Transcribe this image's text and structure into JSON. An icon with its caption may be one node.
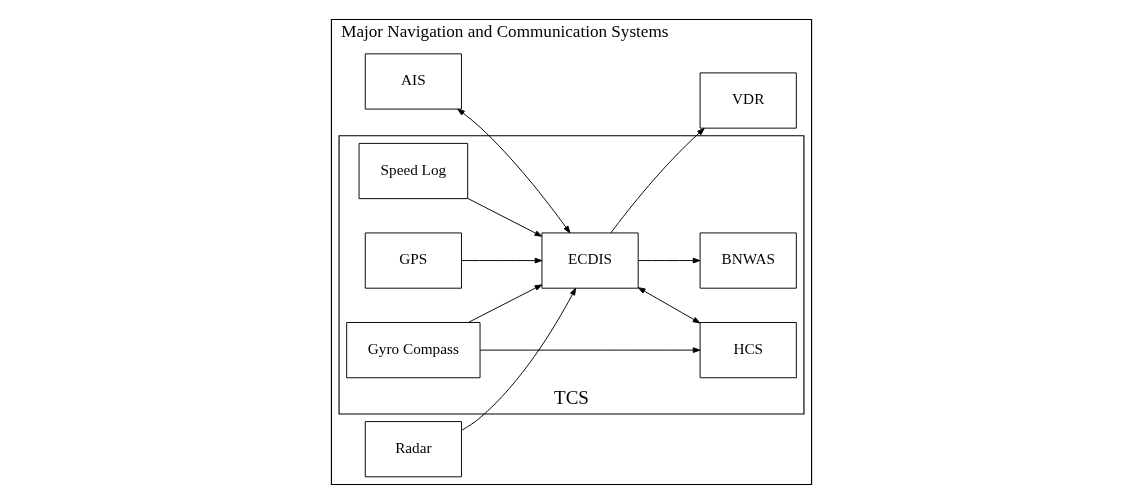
{
  "diagram": {
    "nodes": [
      {
        "text": [
          "Major Navigation and Communication Systems"
        ]
      },
      {
        "text": [
          "AIS"
        ],
        "in": 0
      },
      {
        "text": [
          "Radar"
        ],
        "in": 0
      },
      {
        "text": [
          "VDR"
        ],
        "in": 0
      },
      {
        "text": [
          "TCS"
        ],
        "in": 0
      },
      {
        "text": [
          "ECDIS"
        ],
        "in": 4
      },
      {
        "text": [
          "HCS"
        ],
        "in": 4
      },
      {
        "text": [
          "Speed Log"
        ],
        "in": 4
      },
      {
        "text": [
          "GPS"
        ],
        "in": 4
      },
      {
        "text": [
          "Gyro Compass"
        ],
        "in": 4
      },
      {
        "text": [
          "BNWAS"
        ],
        "in": 4
      }
    ],
    "edges": [
      {
        "from": 1,
        "to": 5,
        "arrow": "both"
      },
      {
        "from": 2,
        "to": 5,
        "arrow": "to"
      },
      {
        "from": 5,
        "to": 3,
        "arrow": "to"
      },
      {
        "from": 5,
        "to": 6,
        "arrow": "both"
      },
      {
        "from": 5,
        "to": 10,
        "arrow": "to"
      },
      {
        "from": 7,
        "to": 5,
        "arrow": "to"
      },
      {
        "from": 8,
        "to": 5,
        "arrow": "to"
      },
      {
        "from": 9,
        "to": 5,
        "arrow": "to"
      },
      {
        "from": 9,
        "to": 6,
        "arrow": "to"
      }
    ]
  }
}
